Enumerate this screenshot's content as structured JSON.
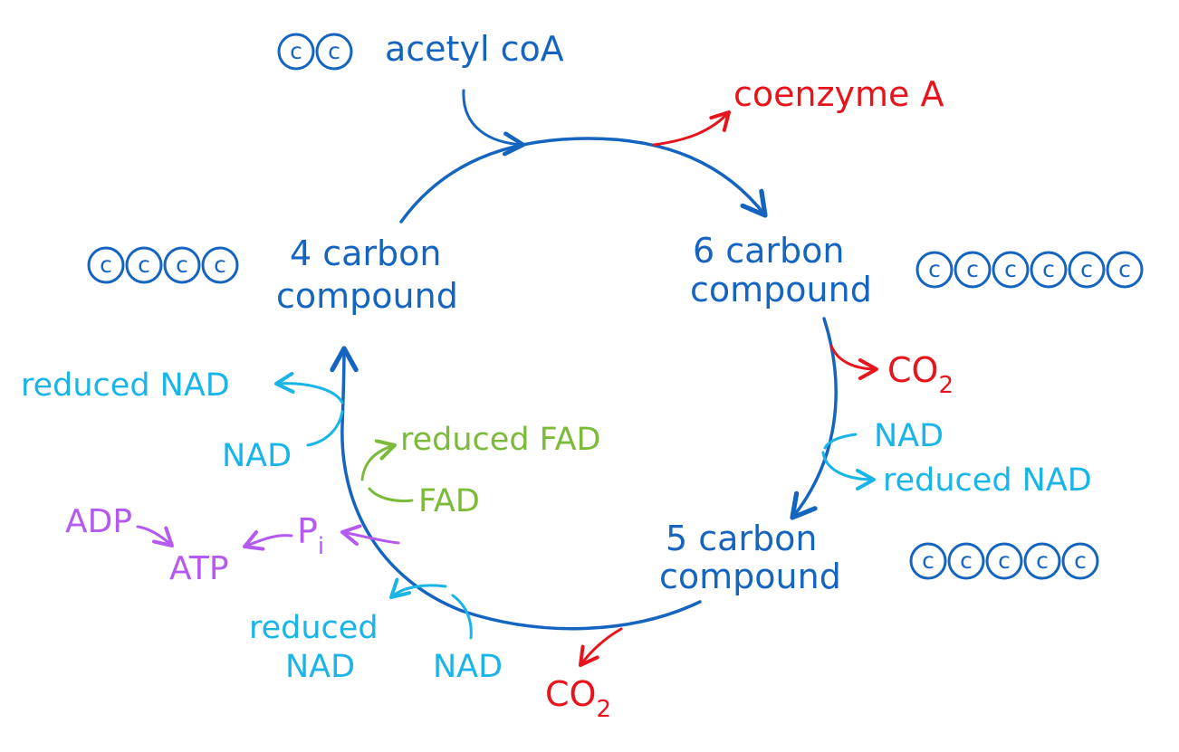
{
  "colors": {
    "main": "#1565c0",
    "red": "#e8141c",
    "cyan": "#19b4e8",
    "green": "#7cba3a",
    "purple": "#b45af0"
  },
  "carbon_symbol": "c",
  "acetyl": {
    "label": "acetyl coA",
    "carbons": 2
  },
  "coenzyme_a": "coenzyme A",
  "compound6": {
    "line1": "6 carbon",
    "line2": "compound",
    "carbons": 6
  },
  "compound5": {
    "line1": "5 carbon",
    "line2": "compound",
    "carbons": 5
  },
  "compound4": {
    "line1": "4 carbon",
    "line2": "compound",
    "carbons": 4
  },
  "co2_label": "CO",
  "co2_sub": "2",
  "nad_right": {
    "nad": "NAD",
    "reduced": "reduced NAD"
  },
  "nad_bottom": {
    "nad": "NAD",
    "reduced_line1": "reduced",
    "reduced_line2": "NAD"
  },
  "nad_left": {
    "nad": "NAD",
    "reduced": "reduced NAD"
  },
  "fad": {
    "fad": "FAD",
    "reduced": "reduced FAD"
  },
  "atp": {
    "adp": "ADP",
    "atp": "ATP",
    "pi": "P",
    "pi_sub": "i"
  }
}
